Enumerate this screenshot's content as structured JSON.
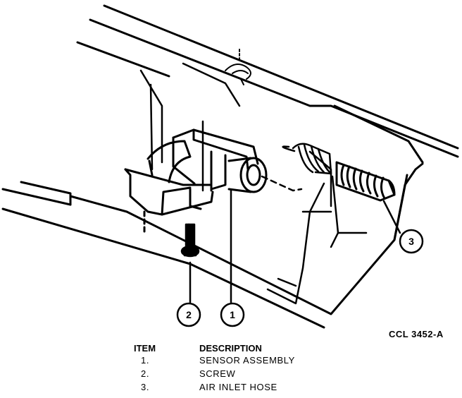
{
  "callouts": [
    {
      "number": "1"
    },
    {
      "number": "2"
    },
    {
      "number": "3"
    }
  ],
  "reference_code": "CCL 3452-A",
  "legend": {
    "header_item": "ITEM",
    "header_description": "DESCRIPTION",
    "rows": [
      {
        "item": "1.",
        "description": "SENSOR ASSEMBLY"
      },
      {
        "item": "2.",
        "description": "SCREW"
      },
      {
        "item": "3.",
        "description": "AIR INLET HOSE"
      }
    ]
  }
}
